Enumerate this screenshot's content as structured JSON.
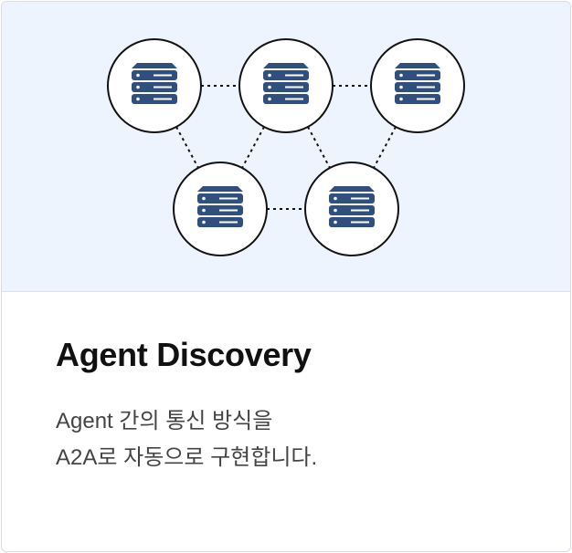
{
  "card": {
    "title": "Agent Discovery",
    "description_lines": [
      "Agent 간의 통신 방식을",
      "A2A로 자동으로 구현합니다."
    ]
  },
  "illustration": {
    "nodes": [
      {
        "id": "node-1",
        "icon": "server-icon"
      },
      {
        "id": "node-2",
        "icon": "server-icon"
      },
      {
        "id": "node-3",
        "icon": "server-icon"
      },
      {
        "id": "node-4",
        "icon": "server-icon"
      },
      {
        "id": "node-5",
        "icon": "server-icon"
      }
    ],
    "edges": [
      [
        "node-1",
        "node-2"
      ],
      [
        "node-2",
        "node-3"
      ],
      [
        "node-1",
        "node-4"
      ],
      [
        "node-2",
        "node-4"
      ],
      [
        "node-2",
        "node-5"
      ],
      [
        "node-3",
        "node-5"
      ],
      [
        "node-4",
        "node-5"
      ]
    ]
  },
  "colors": {
    "illustration_bg": "#eef4fd",
    "server_fill": "#2f4f7f",
    "node_outline": "#111111",
    "title": "#111111",
    "description": "#444444"
  }
}
